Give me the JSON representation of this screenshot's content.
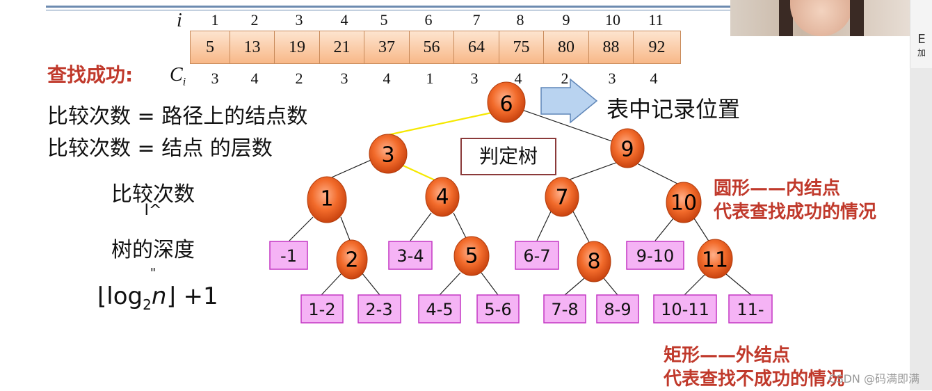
{
  "array": {
    "i_label": "i",
    "ci_label": "C",
    "ci_sub": "i",
    "indices": [
      "1",
      "2",
      "3",
      "4",
      "5",
      "6",
      "7",
      "8",
      "9",
      "10",
      "11"
    ],
    "values": [
      "5",
      "13",
      "19",
      "21",
      "37",
      "56",
      "64",
      "75",
      "80",
      "88",
      "92"
    ],
    "comparisons": [
      "3",
      "4",
      "2",
      "3",
      "4",
      "1",
      "3",
      "4",
      "2",
      "3",
      "4"
    ]
  },
  "left": {
    "title": "查找成功:",
    "line1": "比较次数 = 路径上的结点数",
    "line2": "比较次数 = 结点 的层数",
    "col1": "比较次数",
    "col2": "I^",
    "col3": "树的深度",
    "col4": "\"",
    "formula_floor_l": "⌊",
    "formula_log": "log",
    "formula_sub": "2",
    "formula_n": "n",
    "formula_floor_r": "⌋",
    "formula_plus": "+1"
  },
  "tree": {
    "label": "判定树",
    "record_label": "表中记录位置",
    "internal_nodes": [
      "6",
      "3",
      "9",
      "1",
      "4",
      "7",
      "10",
      "2",
      "5",
      "8",
      "11"
    ],
    "external_nodes": [
      "-1",
      "3-4",
      "6-7",
      "9-10",
      "1-2",
      "2-3",
      "4-5",
      "5-6",
      "7-8",
      "8-9",
      "10-11",
      "11-"
    ]
  },
  "annotations": {
    "circle_line1": "圆形——内结点",
    "circle_line2": "代表查找成功的情况",
    "rect_line1": "矩形——外结点",
    "rect_line2": "代表查找不成功的情况"
  },
  "colors": {
    "node_fill": "#f26b2b",
    "leaf_fill": "#f5b3f5",
    "leaf_border": "#c437c4",
    "accent_red": "#c0392b",
    "path_highlight": "#f5e800",
    "arrow_fill": "#b9d3f0"
  },
  "overlay": {
    "side_letter": "E",
    "side_text": "加",
    "watermark": "CSDN @码满即满"
  }
}
